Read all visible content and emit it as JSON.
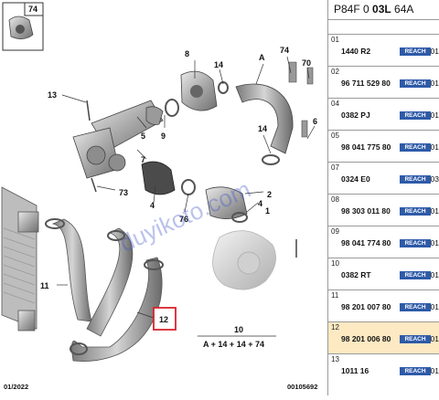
{
  "header": {
    "ref_prefix": "P84F 0 ",
    "ref_bold": "03L",
    "ref_suffix": " 64A"
  },
  "diagram": {
    "inset_label": "74",
    "labels": [
      "8",
      "74",
      "70",
      "A",
      "14",
      "13",
      "5",
      "9",
      "7",
      "4",
      "6",
      "14",
      "73",
      "4",
      "2",
      "76",
      "1",
      "11",
      "12",
      "10"
    ],
    "formula": "A + 14 + 14 + 74",
    "watermark": "duyikoto.com",
    "footer_date": "01/2022",
    "footer_code": "00105692"
  },
  "parts": {
    "rows": [
      {
        "idx": "01",
        "pn": "1440 R2",
        "reach": "REACH",
        "qty": "01"
      },
      {
        "idx": "02",
        "pn": "96 711 529 80",
        "reach": "REACH",
        "qty": "01"
      },
      {
        "idx": "04",
        "pn": "0382 PJ",
        "reach": "REACH",
        "qty": "01"
      },
      {
        "idx": "05",
        "pn": "98 041 775 80",
        "reach": "REACH",
        "qty": "01"
      },
      {
        "idx": "07",
        "pn": "0324 E0",
        "reach": "REACH",
        "qty": "03"
      },
      {
        "idx": "08",
        "pn": "98 303 011 80",
        "reach": "REACH",
        "qty": "01"
      },
      {
        "idx": "09",
        "pn": "98 041 774 80",
        "reach": "REACH",
        "qty": "01"
      },
      {
        "idx": "10",
        "pn": "0382 RT",
        "reach": "REACH",
        "qty": "01"
      },
      {
        "idx": "11",
        "pn": "98 201 007 80",
        "reach": "REACH",
        "qty": "01"
      },
      {
        "idx": "12",
        "pn": "98 201 006 80",
        "reach": "REACH",
        "qty": "01",
        "selected": true
      },
      {
        "idx": "13",
        "pn": "1011 16",
        "reach": "REACH",
        "qty": "01"
      }
    ]
  },
  "colors": {
    "selected_bg": "#fde9c2",
    "reach_badge": "#2e5aa8",
    "highlight_box": "#d9232d"
  }
}
